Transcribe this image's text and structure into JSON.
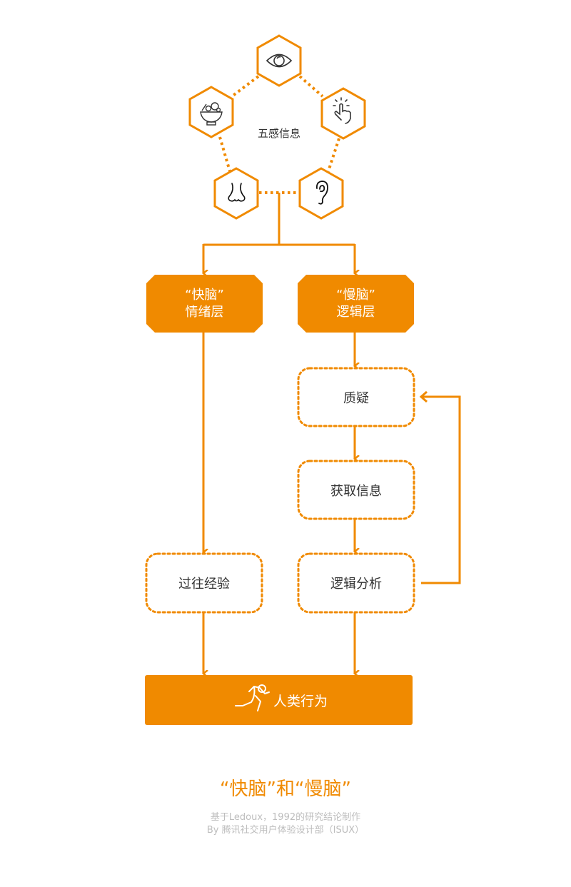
{
  "colors": {
    "accent": "#f08a00",
    "text_dark": "#333333",
    "text_light": "#ffffff",
    "caption_gray": "#bdbdbd"
  },
  "senses": {
    "center_label": "五感信息",
    "items": [
      {
        "name": "sight",
        "icon": "eye-icon"
      },
      {
        "name": "touch",
        "icon": "touch-hand-icon"
      },
      {
        "name": "hearing",
        "icon": "ear-icon"
      },
      {
        "name": "smell",
        "icon": "nose-icon"
      },
      {
        "name": "taste",
        "icon": "food-bowl-icon"
      }
    ]
  },
  "fast_brain": {
    "title": "“快脑”",
    "subtitle": "情绪层",
    "steps": [
      "过往经验"
    ]
  },
  "slow_brain": {
    "title": "“慢脑”",
    "subtitle": "逻辑层",
    "steps": [
      "质疑",
      "获取信息",
      "逻辑分析"
    ],
    "feedback_loop": {
      "from": "逻辑分析",
      "to": "质疑"
    }
  },
  "outcome": {
    "label": "人类行为",
    "icon": "running-person-icon"
  },
  "footer": {
    "title": "“快脑”和“慢脑”",
    "source": "基于Ledoux，1992的研究结论制作",
    "credit": "By 腾讯社交用户体验设计部（ISUX）"
  }
}
